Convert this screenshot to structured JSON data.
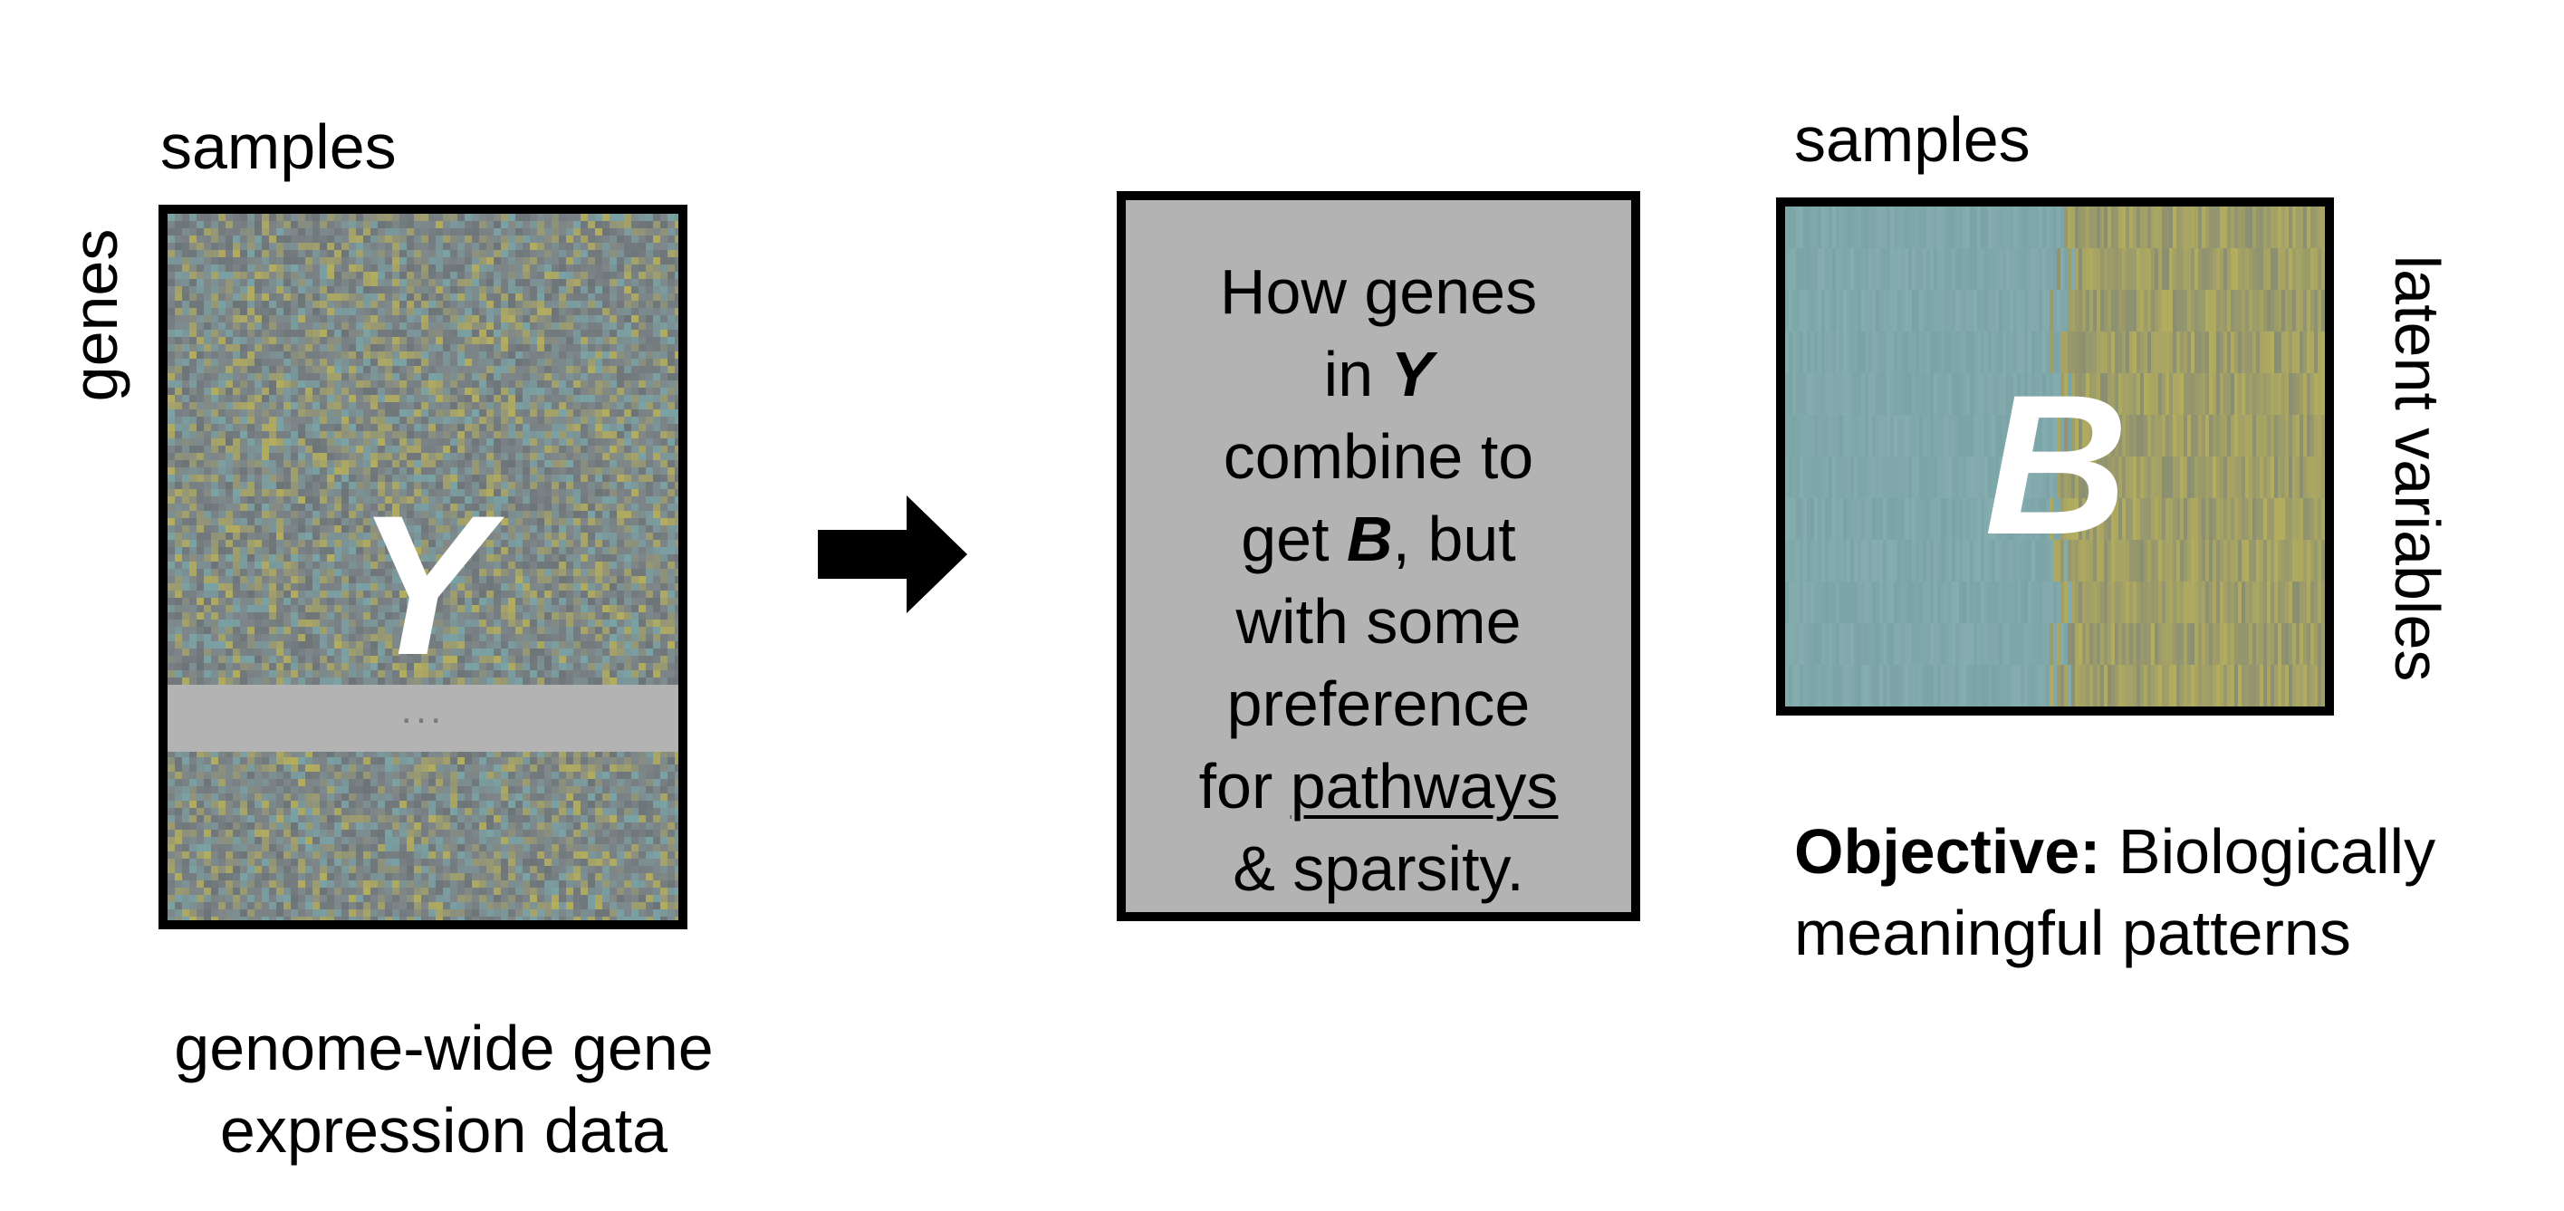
{
  "left_panel": {
    "top_label": "samples",
    "side_label": "genes",
    "matrix_letter": "Y",
    "ellipsis": "...",
    "caption_line1": "genome-wide gene",
    "caption_line2": "expression data"
  },
  "middle_panel": {
    "line1": "How genes",
    "line2_pre": "in ",
    "line2_var": "Y",
    "line3": "combine to",
    "line4_pre": "get ",
    "line4_var": "B",
    "line4_post": ", but",
    "line5": "with some",
    "line6": "preference",
    "line7_pre": "for ",
    "line7_link": "pathways",
    "line8": "& sparsity."
  },
  "right_panel": {
    "top_label": "samples",
    "side_label": "latent variables",
    "matrix_letter": "B",
    "objective_label": "Objective:",
    "objective_rest": " Biologically",
    "objective_line2": "meaningful patterns"
  },
  "colors": {
    "border": "#000000",
    "box_fill": "#b3b3b3",
    "heat_teal": "#7aa3a6",
    "heat_yellow": "#b3ad5e",
    "heat_gray": "#7d8588"
  }
}
